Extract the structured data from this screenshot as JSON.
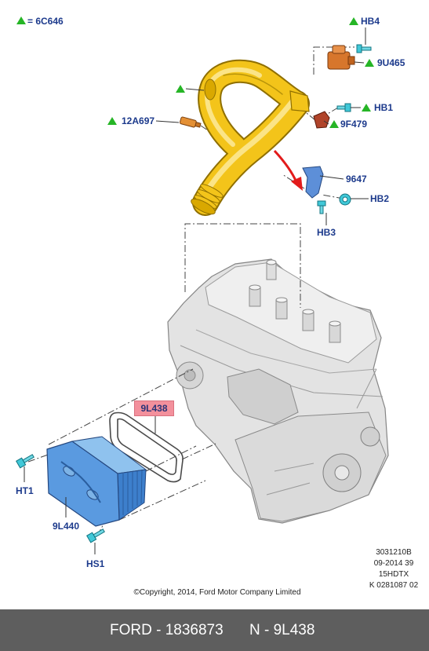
{
  "legend": {
    "marker_icon": "green-triangle-icon",
    "text": "= 6C646"
  },
  "pipe_kit_marker": true,
  "callouts": [
    {
      "label": "HB4",
      "kit_marker": true
    },
    {
      "label": "9U465",
      "kit_marker": true
    },
    {
      "label": "HB1",
      "kit_marker": true
    },
    {
      "label": "9F479",
      "kit_marker": true
    },
    {
      "label": "12A697",
      "kit_marker": true
    },
    {
      "label": "9647",
      "kit_marker": false
    },
    {
      "label": "HB2",
      "kit_marker": false
    },
    {
      "label": "HB3",
      "kit_marker": false
    },
    {
      "label": "9L438",
      "kit_marker": false,
      "highlighted": true
    },
    {
      "label": "HT1",
      "kit_marker": false
    },
    {
      "label": "9L440",
      "kit_marker": false
    },
    {
      "label": "HS1",
      "kit_marker": false
    }
  ],
  "stamp": {
    "lines": [
      "3031210B",
      "09-2014 39",
      "15HDTX",
      "K 0281087 02"
    ]
  },
  "copyright": "©Copyright, 2014, Ford Motor Company Limited",
  "footer": {
    "brand_part": "FORD - 1836873",
    "reference": "N - 9L438"
  },
  "colors": {
    "callout_text": "#1c3a8c",
    "kit_marker": "#26b526",
    "highlight": "#f3909c",
    "pipe": "#f3c41a",
    "cooler": "#5a9ae0",
    "fasteners": "#40c8d8",
    "arrow": "#e21b1b",
    "footer_bg": "#5e5e5e"
  }
}
